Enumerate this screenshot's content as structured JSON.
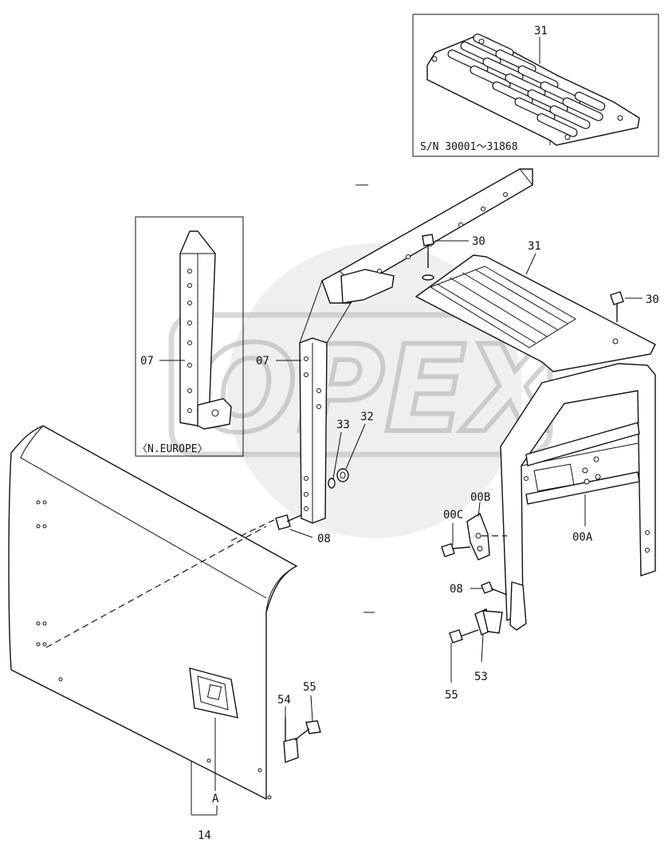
{
  "watermark": {
    "text": "OPEX"
  },
  "inset_top": {
    "part_label": "31",
    "serial_note": "S/N 30001～31868"
  },
  "inset_left": {
    "part_label": "07",
    "region_note": "〈N.EUROPE〉"
  },
  "callouts": {
    "bolt_top_frame": "30",
    "step_plate": "31",
    "bolt_right": "30",
    "rail": "07",
    "washer_33": "33",
    "nut_32": "32",
    "bolt_08_left": "08",
    "bolt_00C": "00C",
    "bracket_00B": "00B",
    "frame_00A": "00A",
    "bolt_08_right": "08",
    "bolt_55_right": "55",
    "bracket_53": "53",
    "bracket_54": "54",
    "bolt_55_bottom": "55",
    "handle_A": "A",
    "door_14": "14"
  }
}
